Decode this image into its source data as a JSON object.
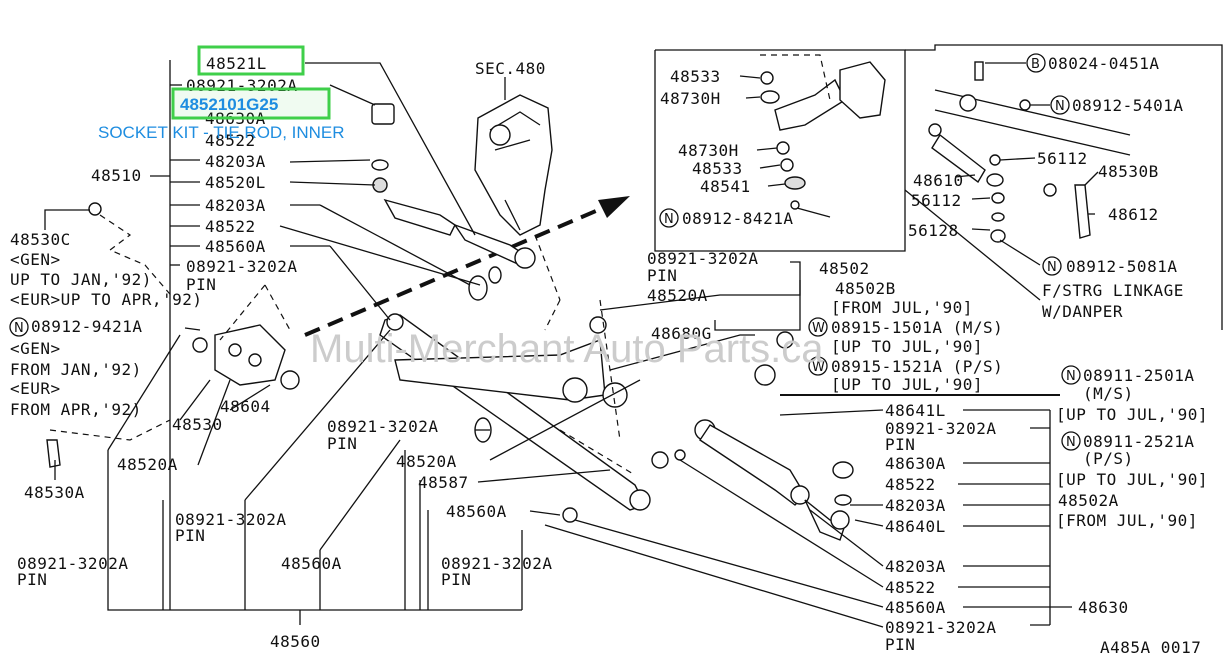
{
  "diagram_id": "A485A 0017",
  "watermark": "Multi-Merchant Auto Parts.ca",
  "highlight": {
    "part_label": "48521L",
    "part_number": "4852101G25",
    "description": "SOCKET KIT - TIE ROD, INNER",
    "color": "#3fcf4a",
    "text_color": "#1e8de0"
  },
  "labels": {
    "l48521L": "48521L",
    "l08921a": "08921-3202A",
    "l48630a_top": "48630A",
    "l48522_top": "48522",
    "l48203a_1": "48203A",
    "l48510": "48510",
    "l48520l": "48520L",
    "l48203a_2": "48203A",
    "l48522_2": "48522",
    "l48560a_1": "48560A",
    "l08921b": "08921-3202A",
    "pin_b": "PIN",
    "sec480": "SEC.480",
    "l48530c": "48530C",
    "gen_1": "<GEN>",
    "upto_jan92": "UP TO JAN,'92)",
    "eur_upto_apr92": "<EUR>UP TO APR,'92)",
    "n08912_9421a": "08912-9421A",
    "gen_2": "<GEN>",
    "from_jan92": "FROM JAN,'92)",
    "eur_2": "<EUR>",
    "from_apr92": "FROM APR,'92)",
    "l48530a": "48530A",
    "l48604": "48604",
    "l48530": "48530",
    "l48520a_left": "48520A",
    "l08921_c": "08921-3202A",
    "pin_c": "PIN",
    "l08921_d": "08921-3202A",
    "pin_d": "PIN",
    "l48560a_mid": "48560A",
    "l48560": "48560",
    "l08921_e": "08921-3202A",
    "pin_e": "PIN",
    "l48520a_mid": "48520A",
    "l48587": "48587",
    "l48560a_low": "48560A",
    "l08921_f": "08921-3202A",
    "pin_f": "PIN",
    "l08921_g": "08921-3202A",
    "pin_g": "PIN",
    "l48502": "48502",
    "l48520a_r": "48520A",
    "l48502b": "48502B",
    "from_jul90": "[FROM JUL,'90]",
    "l48680g": "48680G",
    "w08915_1501a": "08915-1501A (M/S)",
    "upto_jul90_1": "[UP TO JUL,'90]",
    "w08915_1521a": "08915-1521A (P/S)",
    "upto_jul90_2": "[UP TO JUL,'90]",
    "n08911_2501a": "08911-2501A",
    "ms": "(M/S)",
    "upto_jul90_3": "[UP TO JUL,'90]",
    "n08911_2521a": "08911-2521A",
    "ps": "(P/S)",
    "upto_jul90_4": "[UP TO JUL,'90]",
    "l48502a": "48502A",
    "from_jul90_2": "[FROM JUL,'90]",
    "l48641l": "48641L",
    "l08921_h": "08921-3202A",
    "pin_h": "PIN",
    "l48630a_r": "48630A",
    "l48522_r": "48522",
    "l48203a_r": "48203A",
    "l48640l": "48640L",
    "l48203a_b": "48203A",
    "l48522_b": "48522",
    "l48560a_b": "48560A",
    "l08921_i": "08921-3202A",
    "pin_i": "PIN",
    "l48630": "48630",
    "l48533_1": "48533",
    "l48730h_1": "48730H",
    "l48730h_2": "48730H",
    "l48533_2": "48533",
    "l48541": "48541",
    "n08912_8421a": "08912-8421A",
    "b08024_0451a": "08024-0451A",
    "n08912_5401a": "08912-5401A",
    "l56112_1": "56112",
    "l48530b": "48530B",
    "l48610": "48610",
    "l56112_2": "56112",
    "l48612": "48612",
    "l56128": "56128",
    "n08912_5081a": "08912-5081A",
    "fstrg": "F/STRG LINKAGE",
    "wdanper": "W/DANPER"
  },
  "circle_marks": {
    "n": "N",
    "w": "W",
    "b": "B"
  }
}
